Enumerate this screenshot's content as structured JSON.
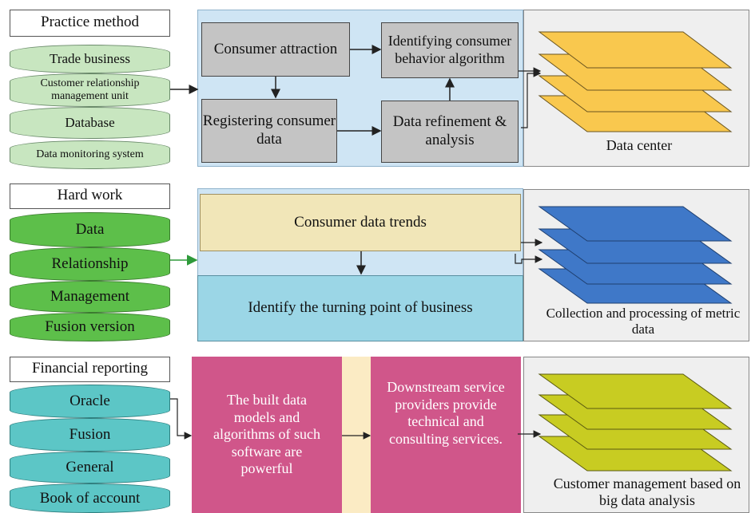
{
  "row1": {
    "title": "Practice method",
    "items": [
      "Trade business",
      "Customer relationship management unit",
      "Database",
      "Data monitoring system"
    ],
    "nodes": {
      "consumer_attraction": "Consumer attraction",
      "identifying": "Identifying consumer behavior algorithm",
      "registering": "Registering consumer data",
      "refinement": "Data refinement & analysis"
    },
    "right_label": "Data center"
  },
  "row2": {
    "title": "Hard work",
    "items": [
      "Data",
      "Relationship",
      "Management",
      "Fusion version"
    ],
    "nodes": {
      "trends": "Consumer data trends",
      "turning": "Identify the turning point of business"
    },
    "right_label": "Collection and processing of metric data"
  },
  "row3": {
    "title": "Financial reporting",
    "items": [
      "Oracle",
      "Fusion",
      "General",
      "Book of account"
    ],
    "nodes": {
      "models": "The built data models and algorithms of such software are powerful",
      "downstream": "Downstream service providers provide technical and consulting services."
    },
    "right_label": "Customer management based on big data analysis"
  },
  "colors": {
    "row1_cyl": "#c8e6c0",
    "row2_cyl": "#5dbf4a",
    "row3_cyl": "#5cc6c6",
    "row1_layers": "#f9c84e",
    "row2_layers": "#3f78c8",
    "row3_layers": "#c8cc22",
    "row2_trends": "#f1e6b8",
    "row2_turning": "#9bd6e6",
    "row3_pink": "#d0568a",
    "row3_middle": "#fbebc4",
    "panel_blue": "#cfe5f4"
  }
}
